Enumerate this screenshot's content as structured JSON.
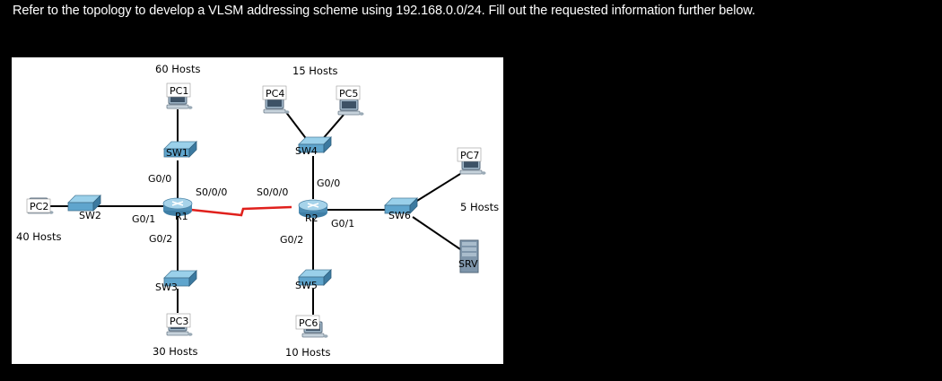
{
  "instructions": "Refer to the topology to develop a VLSM addressing scheme using 192.168.0.0/24.  Fill out the requested information further below.",
  "topology": {
    "host_labels": {
      "lan1": "60 Hosts",
      "lan2": "40 Hosts",
      "lan3": "30 Hosts",
      "lan4": "15 Hosts",
      "lan5": "10 Hosts",
      "lan6": "5 Hosts"
    },
    "devices": {
      "pc1": "PC1",
      "pc2": "PC2",
      "pc3": "PC3",
      "pc4": "PC4",
      "pc5": "PC5",
      "pc6": "PC6",
      "pc7": "PC7",
      "srv": "SRV",
      "sw1": "SW1",
      "sw2": "SW2",
      "sw3": "SW3",
      "sw4": "SW4",
      "sw5": "SW5",
      "sw6": "SW6",
      "r1": "R1",
      "r2": "R2"
    },
    "interfaces": {
      "r1_g00": "G0/0",
      "r1_g01": "G0/1",
      "r1_g02": "G0/2",
      "r1_s000": "S0/0/0",
      "r2_g00": "G0/0",
      "r2_g01": "G0/1",
      "r2_g02": "G0/2",
      "r2_s000": "S0/0/0"
    },
    "colors": {
      "serial_link": "#e0201c",
      "ethernet_link": "#000000"
    }
  }
}
